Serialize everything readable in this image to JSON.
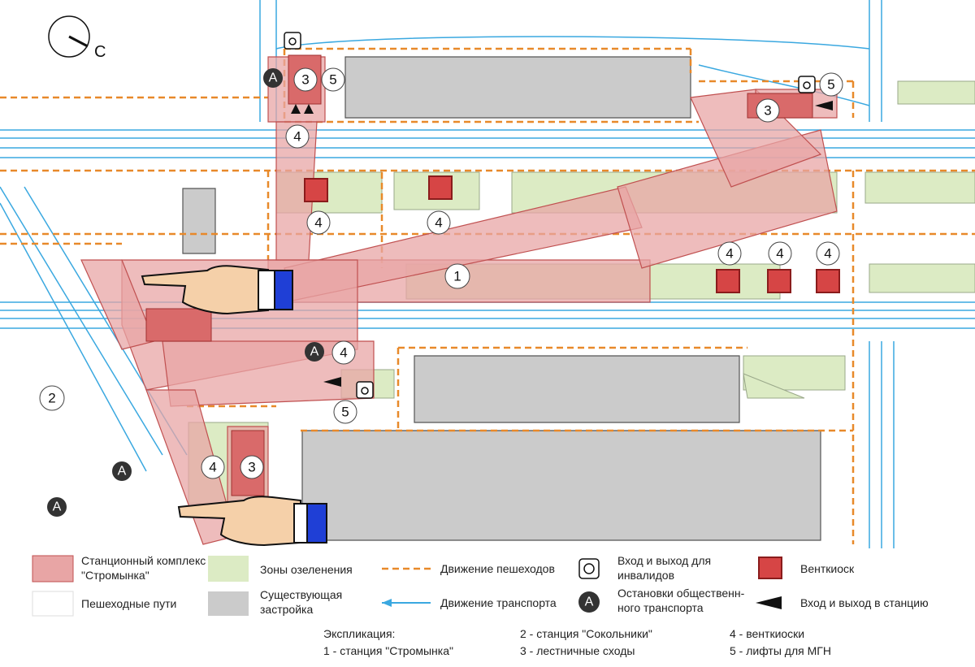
{
  "compass": {
    "label": "С"
  },
  "markers": {
    "station1": "1",
    "station2": "2",
    "stairs": "3",
    "kiosk": "4",
    "lift": "5",
    "stop": "A"
  },
  "legend": {
    "station_complex": "Станционный комплекс \"Стромынка\"",
    "green_zones": "Зоны озеленения",
    "pedestrian_movement": "Движение пешеходов",
    "disabled_entry": "Вход и выход для инвалидов",
    "kiosk": "Венткиоск",
    "pedestrian_paths": "Пешеходные пути",
    "existing_buildings": "Существующая застройка",
    "transport_movement": "Движение транспорта",
    "transit_stops": "Остановки общественного транспорта",
    "station_entry": "Вход и выход в станцию"
  },
  "explication": {
    "title": "Экспликация:",
    "items": [
      "1 - станция \"Стромынка\"",
      "2 - станция \"Сокольники\"",
      "3 - лестничные сходы",
      "4 - венткиоски",
      "5 - лифты для МГН"
    ]
  },
  "colors": {
    "station": "#e8a5a5",
    "station_stroke": "#c05050",
    "green": "#dcebc4",
    "building": "#cbcbcb",
    "pedestrian": "#e8892a",
    "transport": "#3aa8e0",
    "kiosk": "#d64545",
    "hand_cuff": "#1f3fd6"
  }
}
